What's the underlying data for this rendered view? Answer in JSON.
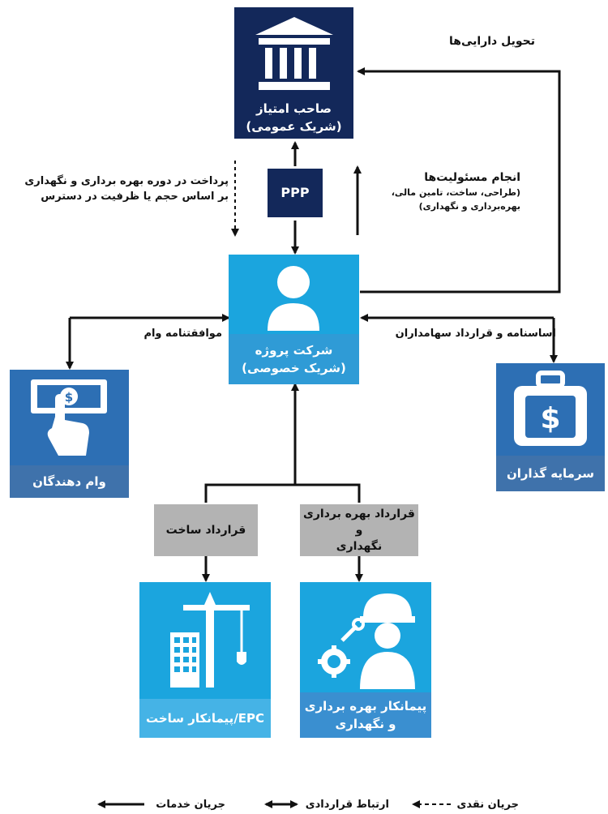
{
  "nodes": {
    "concessionaire": {
      "line1": "صاحب امتیاز",
      "line2": "(شریک عمومی)",
      "icon": "bank-building-icon"
    },
    "ppp": {
      "label": "PPP"
    },
    "project_company": {
      "line1": "شرکت پروژه",
      "line2": "(شریک خصوصی)",
      "icon": "user-icon"
    },
    "lenders": {
      "label": "وام دهندگان",
      "icon": "money-hand-icon"
    },
    "investors": {
      "label": "سرمایه گذاران",
      "icon": "dollar-briefcase-icon"
    },
    "construction_contract": {
      "label": "قرارداد ساخت"
    },
    "om_contract": {
      "line1": "قرارداد بهره برداری و",
      "line2": "نگهداری"
    },
    "epc_contractor": {
      "label": "پیمانکار ساخت/EPC",
      "icon": "crane-building-icon"
    },
    "om_contractor": {
      "line1": "پیمانکار بهره برداری",
      "line2": "و نگهداری",
      "icon": "worker-gear-icon"
    }
  },
  "edges": {
    "asset_transfer": "تحویل دارایی‌ها",
    "payment_line1": "پرداخت در دوره بهره برداری و نگهداری",
    "payment_line2": "بر اساس حجم یا ظرفیت در دسترس",
    "responsibilities_title": "انجام مسئولیت‌ها",
    "responsibilities_line1": "(طراحی، ساخت، تامین مالی،",
    "responsibilities_line2": "بهره‌برداری و نگهداری)",
    "loan_agreement": "موافقتنامه وام",
    "articles_shareholders": "اساسنامه و قرارداد سهامداران"
  },
  "legend": {
    "cash_flow": "جریان نقدی",
    "contractual": "ارتباط قراردادی",
    "services": "جریان خدمات"
  },
  "colors": {
    "navy": "#13285a",
    "cyan": "#1ba5de",
    "blue": "#2d6fb4",
    "gray": "#b3b3b3"
  }
}
